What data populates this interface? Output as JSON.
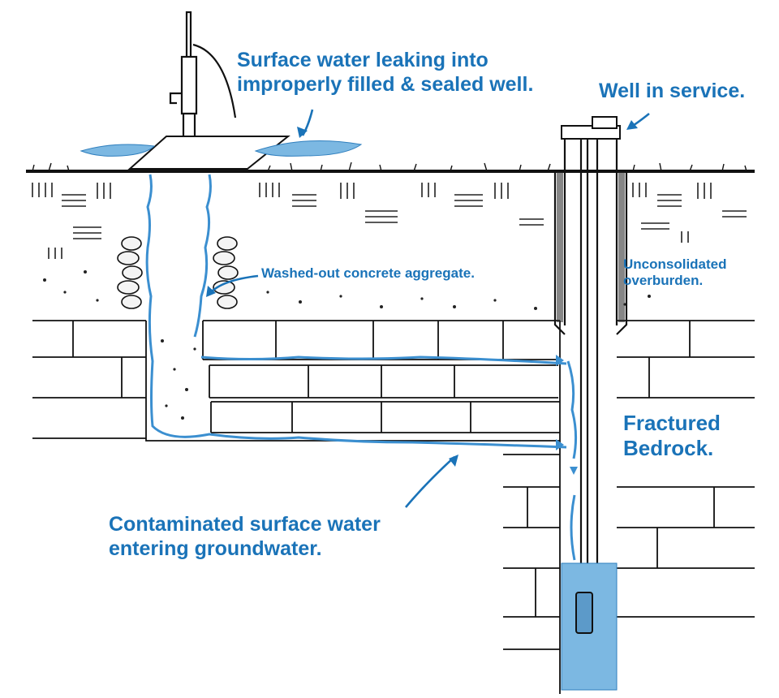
{
  "labels": {
    "surface_leak_line1": "Surface water leaking into",
    "surface_leak_line2": "improperly filled & sealed well.",
    "well_in_service": "Well in service.",
    "washed_out": "Washed-out concrete aggregate.",
    "unconsolidated_line1": "Unconsolidated",
    "unconsolidated_line2": "overburden.",
    "fractured_line1": "Fractured",
    "fractured_line2": "Bedrock.",
    "contaminated_line1": "Contaminated surface water",
    "contaminated_line2": "entering groundwater."
  },
  "colors": {
    "label": "#1a73b8",
    "water": "#7cb8e2",
    "water_dark": "#2f7fbe",
    "line": "#111111"
  },
  "icons": [
    "hand-pump-icon",
    "well-cap-icon",
    "submersible-pump-icon"
  ]
}
